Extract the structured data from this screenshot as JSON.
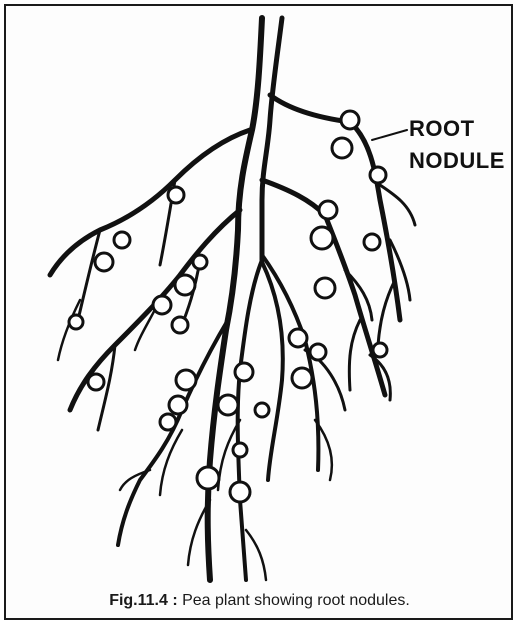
{
  "label": {
    "line1": "ROOT",
    "line2": "NODULE"
  },
  "caption": {
    "fig": "Fig.11.4 :",
    "text": " Pea plant showing root nodules."
  },
  "colors": {
    "ink": "#111111",
    "paper": "#ffffff"
  }
}
